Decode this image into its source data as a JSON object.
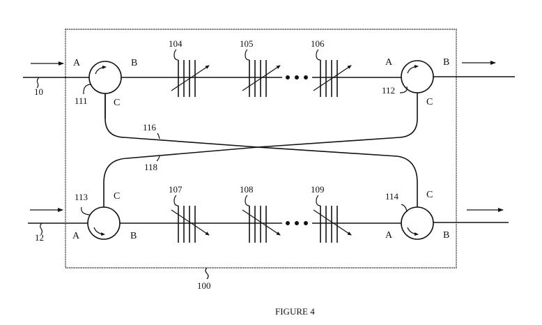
{
  "figure": {
    "caption": "FIGURE 4",
    "module_label": "100"
  },
  "inputs": {
    "top_fiber_label": "10",
    "bottom_fiber_label": "12"
  },
  "circulators": [
    {
      "id": "111",
      "ports": {
        "a": "A",
        "b": "B",
        "c": "C"
      }
    },
    {
      "id": "112",
      "ports": {
        "a": "A",
        "b": "B",
        "c": "C"
      }
    },
    {
      "id": "113",
      "ports": {
        "a": "A",
        "b": "B",
        "c": "C"
      }
    },
    {
      "id": "114",
      "ports": {
        "a": "A",
        "b": "B",
        "c": "C"
      }
    }
  ],
  "gratings_top": [
    {
      "id": "104"
    },
    {
      "id": "105"
    },
    {
      "id": "106"
    }
  ],
  "gratings_bottom": [
    {
      "id": "107"
    },
    {
      "id": "108"
    },
    {
      "id": "109"
    }
  ],
  "crossing_fibers": {
    "upper_label": "116",
    "lower_label": "118"
  },
  "ellipsis": "•••"
}
